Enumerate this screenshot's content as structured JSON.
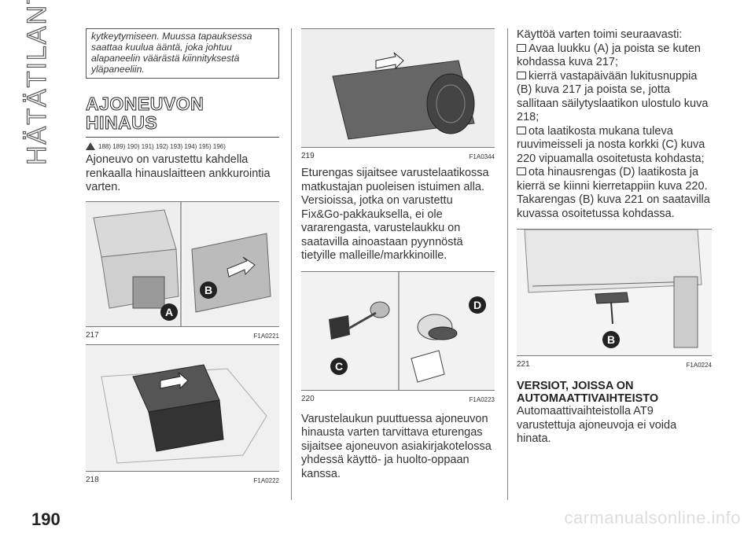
{
  "side_title": "HÄTÄTILANTEET",
  "page_number": "190",
  "col1": {
    "note": "kytkeytymiseen. Muussa tapauksessa saattaa kuulua ääntä, joka johtuu alapaneelin väärästä kiinnityksestä yläpaneeliin.",
    "heading_line1": "AJONEUVON",
    "heading_line2": "HINAUS",
    "refs": "188) 189) 190) 191) 192) 193) 194) 195) 196)",
    "para": "Ajoneuvo on varustettu kahdella renkaalla hinauslaitteen ankkurointia varten.",
    "fig217": {
      "num": "217",
      "code": "F1A0221",
      "label_a": "A",
      "label_b": "B"
    },
    "fig218": {
      "num": "218",
      "code": "F1A0222"
    }
  },
  "col2": {
    "fig219": {
      "num": "219",
      "code": "F1A0344"
    },
    "para1": "Eturengas sijaitsee varustelaatikossa matkustajan puoleisen istuimen alla. Versioissa, jotka on varustettu Fix&Go-pakkauksella, ei ole vararengasta, varustelaukku on saatavilla ainoastaan pyynnöstä tietyille malleille/markkinoille.",
    "fig220": {
      "num": "220",
      "code": "F1A0223",
      "label_c": "C",
      "label_d": "D"
    },
    "para2": "Varustelaukun puuttuessa ajoneuvon hinausta varten tarvittava eturengas sijaitsee ajoneuvon asiakirjakotelossa yhdessä käyttö- ja huolto-oppaan kanssa."
  },
  "col3": {
    "intro": "Käyttöä varten toimi seuraavasti:",
    "steps": [
      "Avaa luukku (A) ja poista se kuten kohdassa kuva 217;",
      "kierrä vastapäivään lukitusnuppia (B) kuva 217 ja poista se, jotta sallitaan säilytyslaatikon ulostulo kuva 218;",
      "ota laatikosta mukana tuleva ruuvimeisseli ja nosta korkki (C) kuva 220 vipuamalla osoitetusta kohdasta;",
      "ota hinausrengas (D) laatikosta ja kierrä se kiinni kierretappiin kuva 220."
    ],
    "after": "Takarengas (B) kuva 221 on saatavilla kuvassa osoitetussa kohdassa.",
    "fig221": {
      "num": "221",
      "code": "F1A0224",
      "label_b": "B"
    },
    "h2_line1": "VERSIOT, JOISSA ON",
    "h2_line2": "AUTOMAATTIVAIHTEISTO",
    "final": "Automaattivaihteistolla AT9 varustettuja ajoneuvoja ei voida hinata."
  },
  "watermark": "carmanualsonline.info",
  "colors": {
    "badge": "#222222",
    "text": "#333333",
    "rule": "#777777"
  }
}
